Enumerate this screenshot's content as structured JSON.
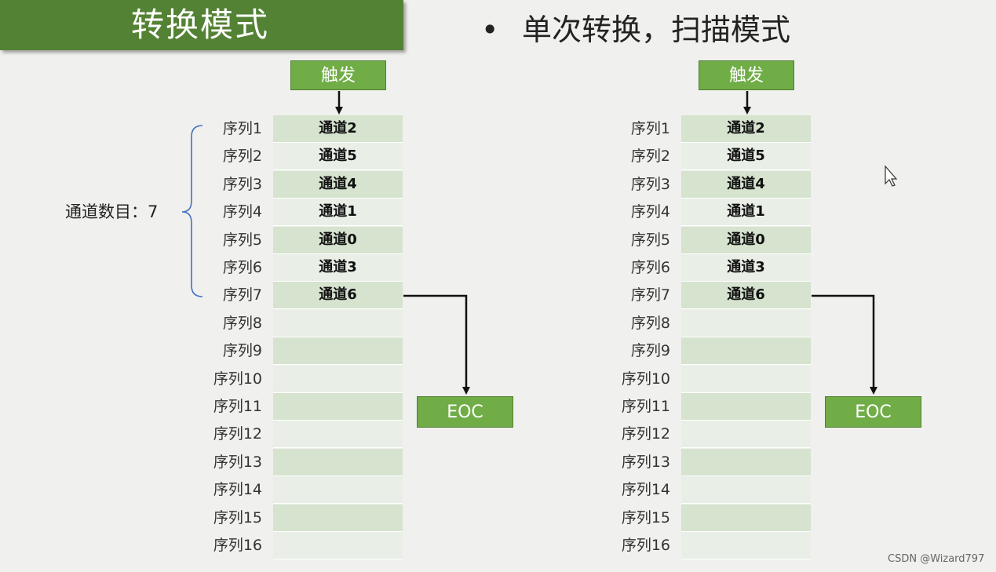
{
  "title": "转换模式",
  "subtitle": {
    "bullet": "•",
    "text": "单次转换，扫描模式"
  },
  "channel_count_label": "通道数目：7",
  "trigger_label": "触发",
  "eoc_label": "EOC",
  "sequences": [
    "序列1",
    "序列2",
    "序列3",
    "序列4",
    "序列5",
    "序列6",
    "序列7",
    "序列8",
    "序列9",
    "序列10",
    "序列11",
    "序列12",
    "序列13",
    "序列14",
    "序列15",
    "序列16"
  ],
  "panels": [
    {
      "channels": [
        "通道2",
        "通道5",
        "通道4",
        "通道1",
        "通道0",
        "通道3",
        "通道6",
        "",
        "",
        "",
        "",
        "",
        "",
        "",
        "",
        ""
      ]
    },
    {
      "channels": [
        "通道2",
        "通道5",
        "通道4",
        "通道1",
        "通道0",
        "通道3",
        "通道6",
        "",
        "",
        "",
        "",
        "",
        "",
        "",
        "",
        ""
      ]
    }
  ],
  "watermark": "CSDN @Wizard797",
  "colors": {
    "title_bg": "#548235",
    "box_green": "#70ad47",
    "cell_dark": "#d5e3cf",
    "cell_light": "#e9efe6",
    "brace": "#4472c4"
  }
}
